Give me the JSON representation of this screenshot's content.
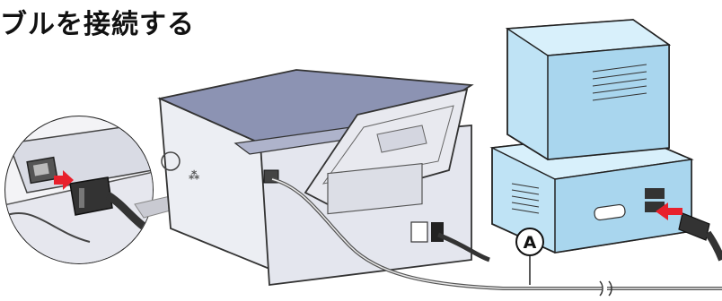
{
  "heading": "ブルを接続する",
  "callout_label": "A",
  "icons": {
    "printer": "printer-illustration",
    "computer": "computer-illustration",
    "monitor": "crt-monitor-illustration",
    "usb_cable": "usb-cable",
    "arrows": "insert-direction-arrow"
  },
  "colors": {
    "printer_top": "#8c93b3",
    "printer_body": "#e6e7ee",
    "computer": "#bfe3f5",
    "cable": "#333333",
    "arrow": "#e8202c"
  }
}
